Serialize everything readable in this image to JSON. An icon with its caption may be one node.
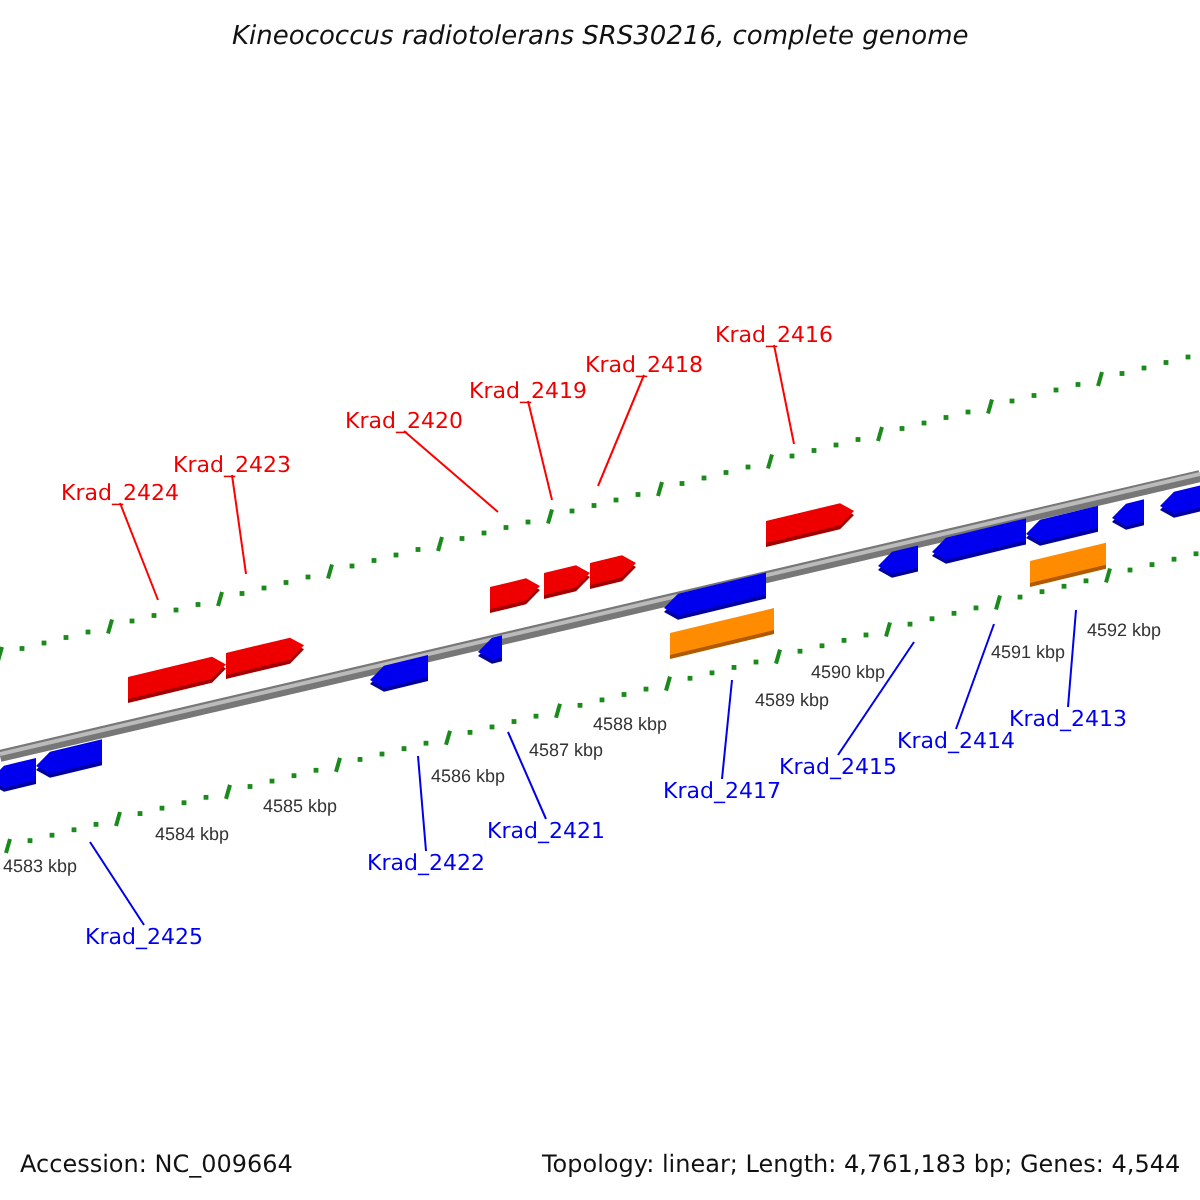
{
  "diagram": {
    "title": "Kineococcus radiotolerans SRS30216, complete genome",
    "nodes": [
      {
        "text": [
          "Krad_2424"
        ]
      },
      {
        "text": [
          "Krad_2423"
        ]
      },
      {
        "text": [
          "Krad_2420"
        ]
      },
      {
        "text": [
          "Krad_2419"
        ]
      },
      {
        "text": [
          "Krad_2418"
        ]
      },
      {
        "text": [
          "Krad_2416"
        ]
      },
      {
        "text": [
          "Krad_2425"
        ]
      },
      {
        "text": [
          "Krad_2422"
        ]
      },
      {
        "text": [
          "Krad_2421"
        ]
      },
      {
        "text": [
          "Krad_2417"
        ]
      },
      {
        "text": [
          "Krad_2415"
        ]
      },
      {
        "text": [
          "Krad_2414"
        ]
      },
      {
        "text": [
          "Krad_2413"
        ]
      }
    ],
    "edges": [
      {
        "from": 0,
        "to": null,
        "arrow": "none",
        "color": "#ff0000"
      },
      {
        "from": 1,
        "to": null,
        "arrow": "none",
        "color": "#ff0000"
      },
      {
        "from": 2,
        "to": null,
        "arrow": "none",
        "color": "#ff0000"
      },
      {
        "from": 3,
        "to": null,
        "arrow": "none",
        "color": "#ff0000"
      },
      {
        "from": 4,
        "to": null,
        "arrow": "none",
        "color": "#ff0000"
      },
      {
        "from": 5,
        "to": null,
        "arrow": "none",
        "color": "#ff0000"
      },
      {
        "from": 6,
        "to": null,
        "arrow": "none"
      },
      {
        "from": 7,
        "to": null,
        "arrow": "none"
      },
      {
        "from": 8,
        "to": null,
        "arrow": "none"
      },
      {
        "from": 9,
        "to": null,
        "arrow": "none"
      },
      {
        "from": 10,
        "to": null,
        "arrow": "none"
      },
      {
        "from": 11,
        "to": null,
        "arrow": "none"
      },
      {
        "from": 12,
        "to": null,
        "arrow": "none"
      }
    ],
    "labels": [
      "4583 kbp",
      "4584 kbp",
      "4585 kbp",
      "4586 kbp",
      "4587 kbp",
      "4588 kbp",
      "4589 kbp",
      "4590 kbp",
      "4591 kbp",
      "4592 kbp",
      "Accession: NC_009664",
      "Topology: linear; Length: 4,761,183 bp; Genes: 4,544"
    ]
  }
}
